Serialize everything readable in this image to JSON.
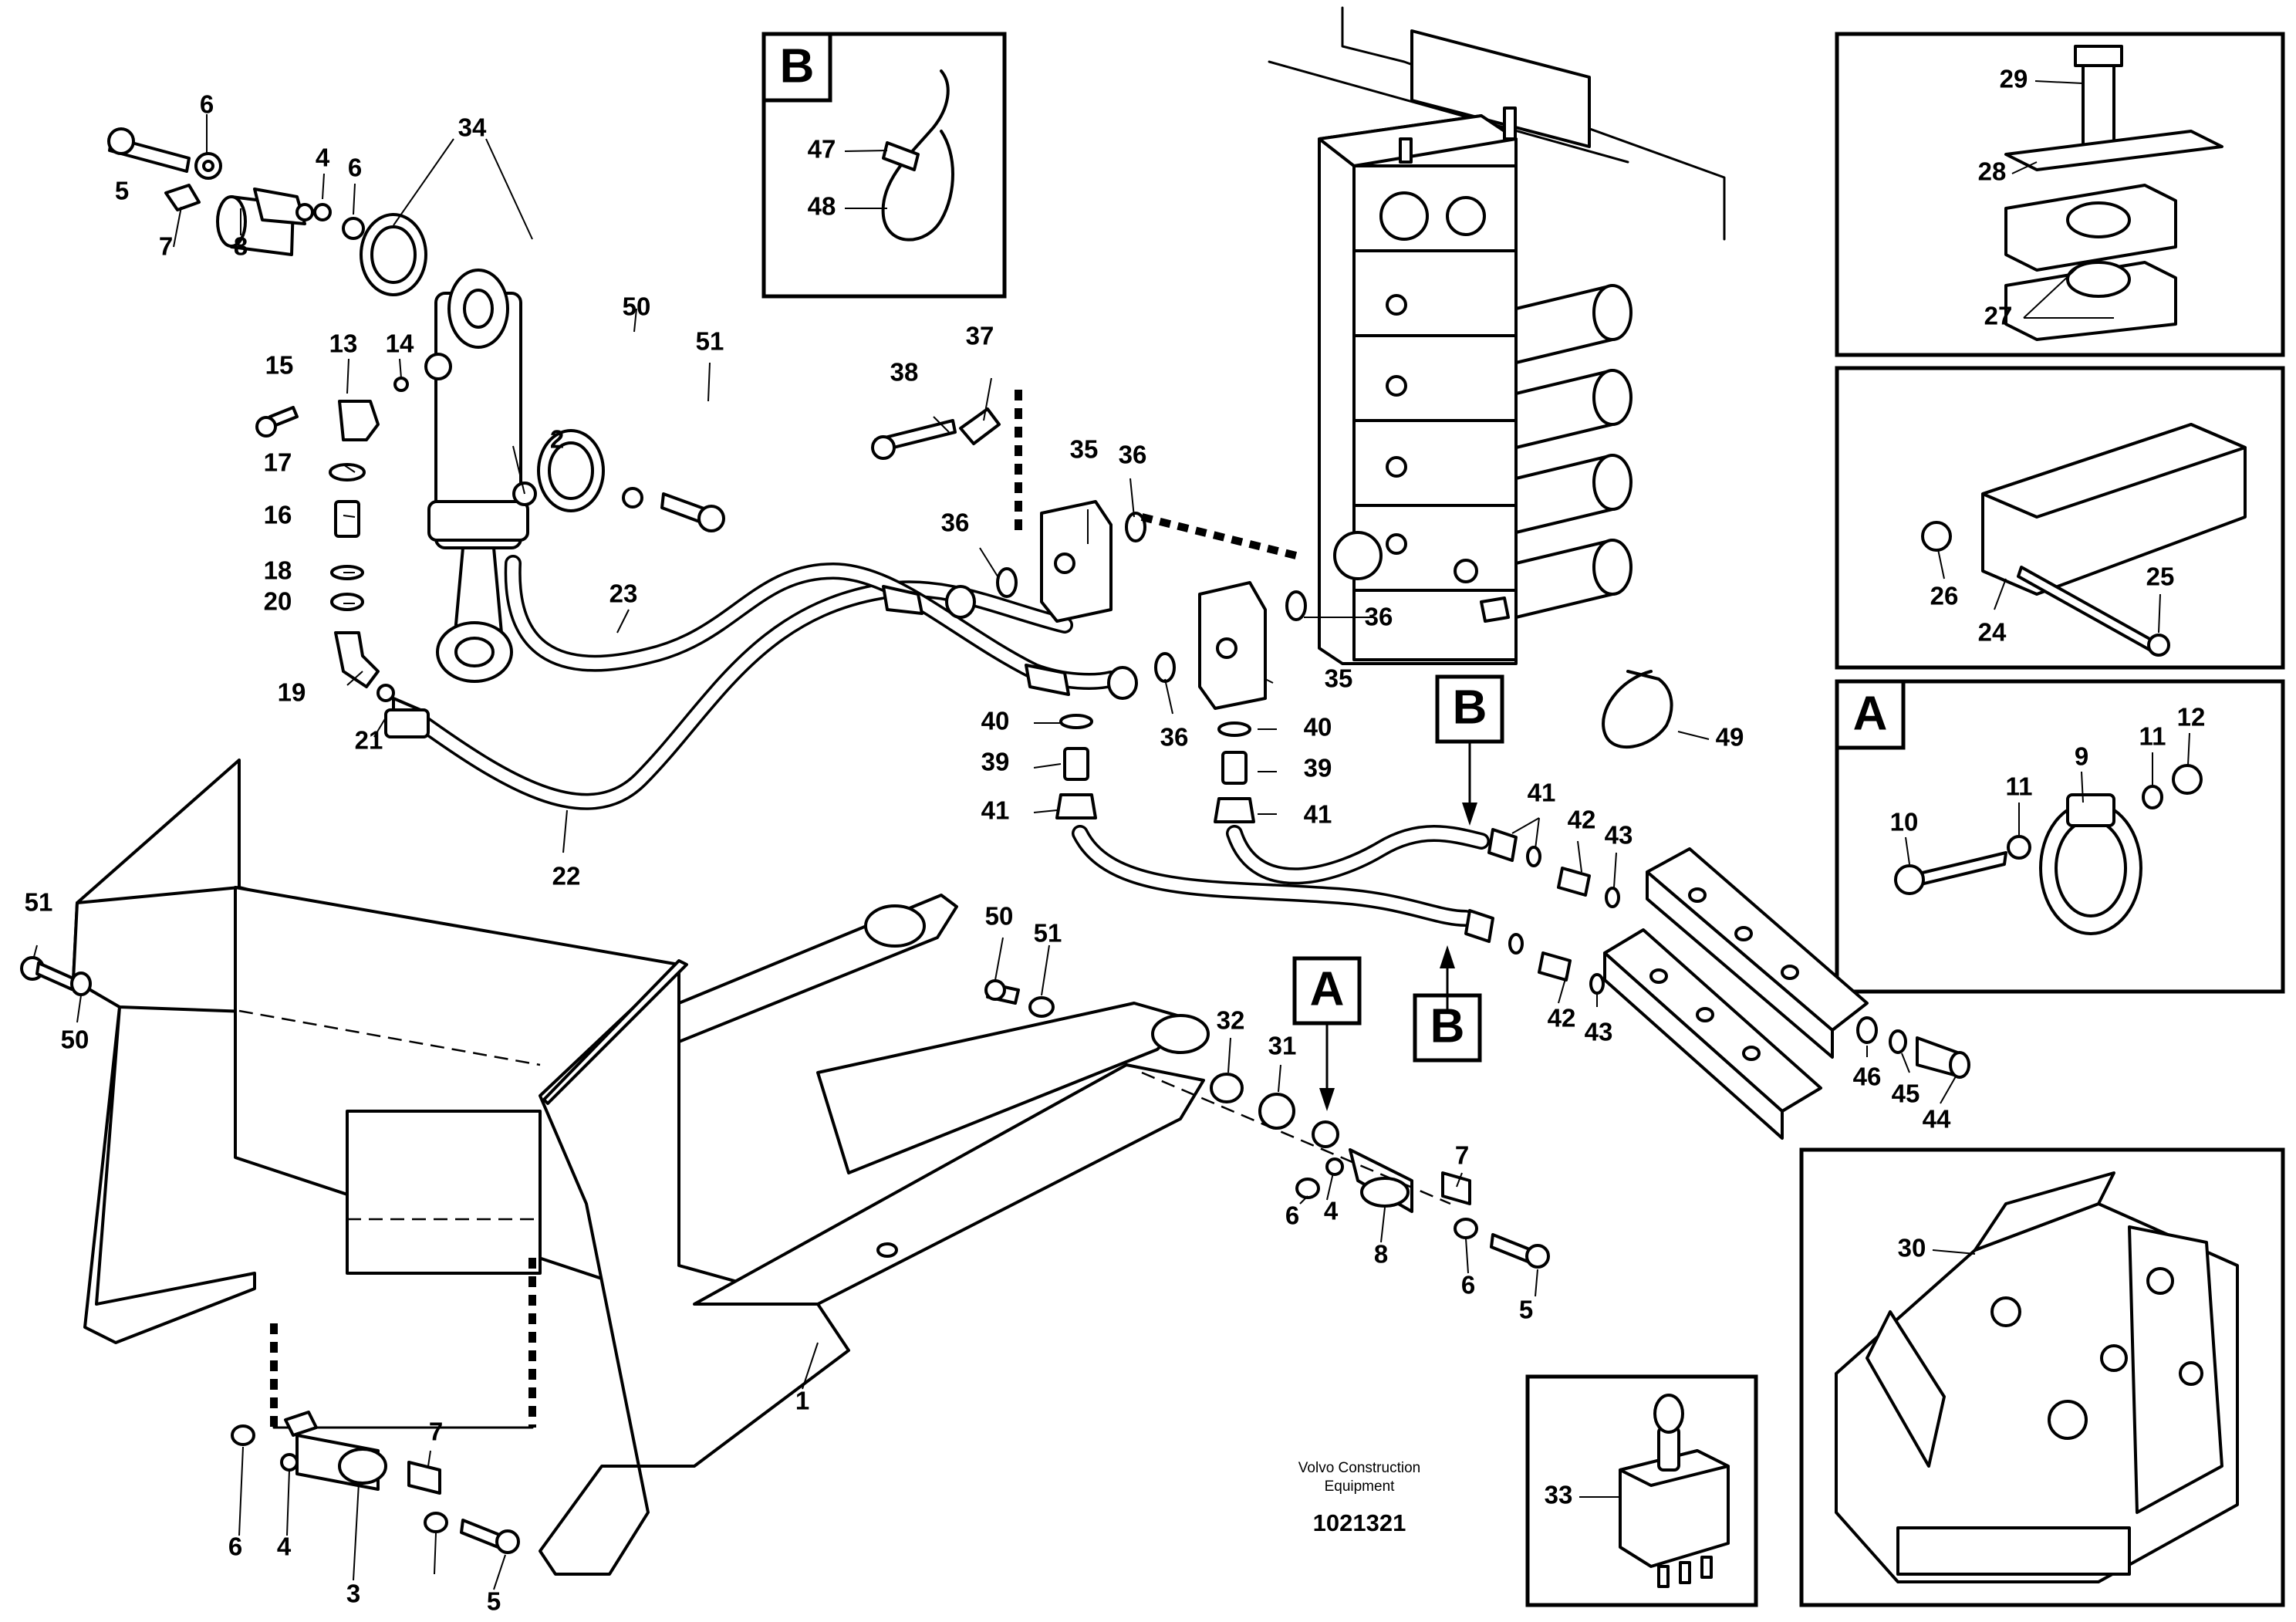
{
  "part_labels": {
    "n1": "1",
    "n2": "2",
    "n3": "3",
    "n4a": "4",
    "n4b": "4",
    "n4c": "4",
    "n5a": "5",
    "n5b": "5",
    "n5c": "5",
    "n6a": "6",
    "n6b": "6",
    "n6c": "6",
    "n6d": "6",
    "n6e": "6",
    "n7a": "7",
    "n7b": "7",
    "n7c": "7",
    "n8a": "8",
    "n8b": "8",
    "n9": "9",
    "n10": "10",
    "n11a": "11",
    "n11b": "11",
    "n12": "12",
    "n13": "13",
    "n14": "14",
    "n15": "15",
    "n16": "16",
    "n17": "17",
    "n18": "18",
    "n19": "19",
    "n20": "20",
    "n21": "21",
    "n22": "22",
    "n23": "23",
    "n24": "24",
    "n25": "25",
    "n26": "26",
    "n27": "27",
    "n28": "28",
    "n29": "29",
    "n30": "30",
    "n31": "31",
    "n32": "32",
    "n33": "33",
    "n34": "34",
    "n35a": "35",
    "n35b": "35",
    "n36a": "36",
    "n36b": "36",
    "n36c": "36",
    "n36d": "36",
    "n37": "37",
    "n38": "38",
    "n39a": "39",
    "n39b": "39",
    "n40a": "40",
    "n40b": "40",
    "n41a": "41",
    "n41b": "41",
    "n41c": "41",
    "n42a": "42",
    "n42b": "42",
    "n43a": "43",
    "n43b": "43",
    "n44": "44",
    "n45": "45",
    "n46": "46",
    "n47": "47",
    "n48": "48",
    "n49": "49",
    "n50a": "50",
    "n50b": "50",
    "n50c": "50",
    "n51a": "51",
    "n51b": "51",
    "n51c": "51"
  },
  "detail_boxes": {
    "b_inset": "B",
    "a_inset": "A",
    "b_callout_1": "B",
    "b_callout_2": "B",
    "a_callout": "A"
  },
  "footer": {
    "credit_line1": "Volvo Construction",
    "credit_line2": "Equipment",
    "drawing_number": "1021321"
  }
}
